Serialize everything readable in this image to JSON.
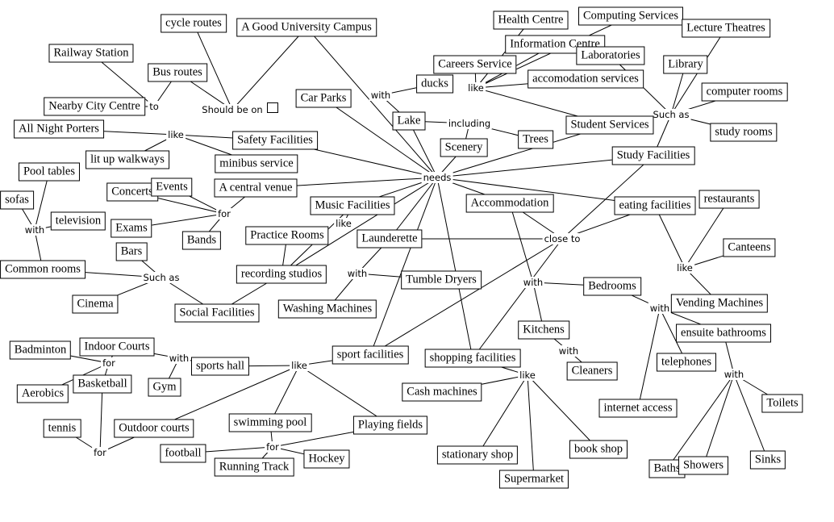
{
  "concepts": {
    "cycle": "cycle routes",
    "campus": "A Good University Campus",
    "railway": "Railway Station",
    "bus": "Bus routes",
    "city": "Nearby City Centre",
    "porters": "All Night Porters",
    "safety": "Safety Facilities",
    "walkways": "lit up walkways",
    "minibus": "minibus service",
    "carparks": "Car Parks",
    "pool": "Pool tables",
    "sofas": "sofas",
    "tv": "television",
    "concerts": "Concerts",
    "events": "Events",
    "venue": "A central venue",
    "exams": "Exams",
    "bands": "Bands",
    "music": "Music Facilities",
    "practice": "Practice Rooms",
    "launderette": "Launderette",
    "bars": "Bars",
    "common": "Common rooms",
    "recording": "recording studios",
    "cinema": "Cinema",
    "social": "Social Facilities",
    "washing": "Washing Machines",
    "tumble": "Tumble Dryers",
    "badminton": "Badminton",
    "indoor": "Indoor Courts",
    "aerobics": "Aerobics",
    "basketball": "Basketball",
    "gym": "Gym",
    "sportshall": "sports hall",
    "sport": "sport facilities",
    "tennis": "tennis",
    "outdoor": "Outdoor courts",
    "swimming": "swimming pool",
    "playing": "Playing fields",
    "football": "football",
    "running": "Running Track",
    "hockey": "Hockey",
    "computing": "Computing Services",
    "health": "Health Centre",
    "info": "Information Centre",
    "careers": "Careers Service",
    "labs": "Laboratories",
    "accserv": "accomodation services",
    "ducks": "ducks",
    "lake": "Lake",
    "trees": "Trees",
    "scenery": "Scenery",
    "student": "Student Services",
    "lecture": "Lecture Theatres",
    "library": "Library",
    "comprooms": "computer rooms",
    "studyrooms": "study rooms",
    "studyfac": "Study Facilities",
    "accommodation": "Accommodation",
    "eating": "eating facilities",
    "restaurants": "restaurants",
    "canteens": "Canteens",
    "vending": "Vending Machines",
    "bedrooms": "Bedrooms",
    "ensuite": "ensuite bathrooms",
    "kitchens": "Kitchens",
    "shopping": "shopping facilities",
    "cleaners": "Cleaners",
    "telephones": "telephones",
    "cash": "Cash machines",
    "internet": "internet access",
    "toilets": "Toilets",
    "stationary": "stationary shop",
    "bookshop": "book shop",
    "supermarket": "Supermarket",
    "baths": "Baths",
    "showers": "Showers",
    "sinks": "Sinks"
  },
  "links": {
    "shouldbe": "Should be on",
    "to": "to",
    "like_safety": "like",
    "needs": "needs",
    "with_lake": "with",
    "including": "including",
    "like_services": "like",
    "suchas_study": "Such as",
    "with_common": "with",
    "for_events": "for",
    "like_music": "like",
    "closeto": "close to",
    "suchas_social": "Such as",
    "with_laund": "with",
    "like_eating": "like",
    "with_acc": "with",
    "with_bed": "with",
    "with_kitchen": "with",
    "like_shop": "like",
    "with_ensuite": "with",
    "for_indoor": "for",
    "with_indoor": "with",
    "like_sport": "like",
    "for_tennis": "for",
    "for_playing": "for"
  },
  "edges": [
    [
      "campus",
      "shouldbe"
    ],
    [
      "cycle",
      "shouldbe"
    ],
    [
      "bus",
      "shouldbe"
    ],
    [
      "bus",
      "to"
    ],
    [
      "to",
      "city"
    ],
    [
      "railway",
      "to"
    ],
    [
      "campus",
      "needs"
    ],
    [
      "carparks",
      "needs"
    ],
    [
      "safety",
      "needs"
    ],
    [
      "venue",
      "needs"
    ],
    [
      "music",
      "needs"
    ],
    [
      "recording",
      "needs"
    ],
    [
      "launderette",
      "needs"
    ],
    [
      "sport",
      "needs"
    ],
    [
      "shopping",
      "needs"
    ],
    [
      "accommodation",
      "needs"
    ],
    [
      "eating",
      "needs"
    ],
    [
      "studyfac",
      "needs"
    ],
    [
      "student",
      "needs"
    ],
    [
      "scenery",
      "needs"
    ],
    [
      "lake",
      "needs"
    ],
    [
      "including",
      "lake"
    ],
    [
      "including",
      "trees"
    ],
    [
      "including",
      "scenery"
    ],
    [
      "with_lake",
      "ducks"
    ],
    [
      "with_lake",
      "lake"
    ],
    [
      "like_services",
      "careers"
    ],
    [
      "like_services",
      "health"
    ],
    [
      "like_services",
      "info"
    ],
    [
      "like_services",
      "computing"
    ],
    [
      "like_services",
      "accserv"
    ],
    [
      "like_services",
      "student"
    ],
    [
      "labs",
      "suchas_study"
    ],
    [
      "lecture",
      "suchas_study"
    ],
    [
      "library",
      "suchas_study"
    ],
    [
      "comprooms",
      "suchas_study"
    ],
    [
      "studyrooms",
      "suchas_study"
    ],
    [
      "studyfac",
      "suchas_study"
    ],
    [
      "safety",
      "like_safety"
    ],
    [
      "like_safety",
      "porters"
    ],
    [
      "like_safety",
      "walkways"
    ],
    [
      "like_safety",
      "minibus"
    ],
    [
      "with_common",
      "pool"
    ],
    [
      "with_common",
      "sofas"
    ],
    [
      "with_common",
      "tv"
    ],
    [
      "with_common",
      "common"
    ],
    [
      "for_events",
      "concerts"
    ],
    [
      "for_events",
      "events"
    ],
    [
      "for_events",
      "exams"
    ],
    [
      "for_events",
      "bands"
    ],
    [
      "for_events",
      "venue"
    ],
    [
      "music",
      "like_music"
    ],
    [
      "music",
      "recording"
    ],
    [
      "practice",
      "recording"
    ],
    [
      "suchas_social",
      "bars"
    ],
    [
      "suchas_social",
      "common"
    ],
    [
      "suchas_social",
      "cinema"
    ],
    [
      "suchas_social",
      "social"
    ],
    [
      "social",
      "recording"
    ],
    [
      "with_laund",
      "launderette"
    ],
    [
      "with_laund",
      "washing"
    ],
    [
      "with_laund",
      "tumble"
    ],
    [
      "closeto",
      "launderette"
    ],
    [
      "closeto",
      "accommodation"
    ],
    [
      "closeto",
      "eating"
    ],
    [
      "closeto",
      "studyfac"
    ],
    [
      "closeto",
      "sport"
    ],
    [
      "closeto",
      "shopping"
    ],
    [
      "accommodation",
      "with_acc"
    ],
    [
      "with_acc",
      "kitchens"
    ],
    [
      "with_acc",
      "bedrooms"
    ],
    [
      "bedrooms",
      "with_bed"
    ],
    [
      "with_bed",
      "ensuite"
    ],
    [
      "with_bed",
      "telephones"
    ],
    [
      "with_bed",
      "internet"
    ],
    [
      "like_eating",
      "eating"
    ],
    [
      "like_eating",
      "restaurants"
    ],
    [
      "like_eating",
      "canteens"
    ],
    [
      "like_eating",
      "vending"
    ],
    [
      "with_kitchen",
      "kitchens"
    ],
    [
      "with_kitchen",
      "cleaners"
    ],
    [
      "like_shop",
      "shopping"
    ],
    [
      "like_shop",
      "cash"
    ],
    [
      "like_shop",
      "stationary"
    ],
    [
      "like_shop",
      "supermarket"
    ],
    [
      "like_shop",
      "bookshop"
    ],
    [
      "with_ensuite",
      "ensuite"
    ],
    [
      "with_ensuite",
      "baths"
    ],
    [
      "with_ensuite",
      "showers"
    ],
    [
      "with_ensuite",
      "sinks"
    ],
    [
      "with_ensuite",
      "toilets"
    ],
    [
      "like_sport",
      "sport"
    ],
    [
      "like_sport",
      "sportshall"
    ],
    [
      "like_sport",
      "outdoor"
    ],
    [
      "like_sport",
      "swimming"
    ],
    [
      "like_sport",
      "playing"
    ],
    [
      "with_indoor",
      "indoor"
    ],
    [
      "with_indoor",
      "gym"
    ],
    [
      "with_indoor",
      "sportshall"
    ],
    [
      "for_indoor",
      "badminton"
    ],
    [
      "for_indoor",
      "aerobics"
    ],
    [
      "for_indoor",
      "basketball"
    ],
    [
      "for_indoor",
      "indoor"
    ],
    [
      "for_tennis",
      "tennis"
    ],
    [
      "for_tennis",
      "basketball"
    ],
    [
      "for_tennis",
      "outdoor"
    ],
    [
      "for_playing",
      "playing"
    ],
    [
      "for_playing",
      "football"
    ],
    [
      "for_playing",
      "hockey"
    ],
    [
      "for_playing",
      "swimming"
    ],
    [
      "for_playing",
      "running"
    ]
  ]
}
